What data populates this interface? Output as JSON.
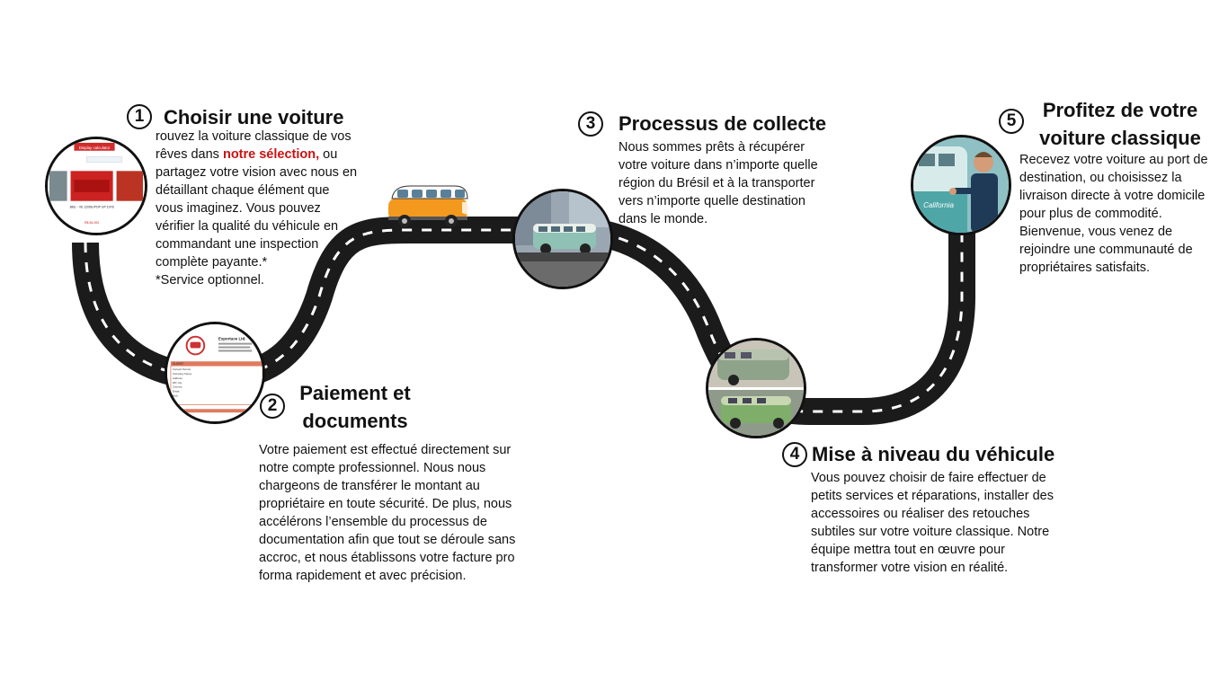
{
  "steps": {
    "s1": {
      "number": "1",
      "title": "Choisir une voiture",
      "desc_a": "rouvez la voiture classique de vos rêves dans ",
      "desc_link": "notre sélection,",
      "desc_b": " ou partagez votre vision avec nous en détaillant chaque élément que vous imaginez. Vous pouvez vérifier la qualité du véhicule en commandant une inspection complète payante.*",
      "note": "*Service optionnel."
    },
    "s2": {
      "number": "2",
      "title_line1": "Paiement et",
      "title_line2": "documents",
      "desc": "Votre paiement est effectué directement sur notre compte professionnel. Nous nous chargeons de transférer le montant au propriétaire en toute sécurité. De plus, nous accélérons l’ensemble du processus de documentation afin que tout se déroule sans accroc, et nous établissons votre facture pro forma rapidement et avec précision."
    },
    "s3": {
      "number": "3",
      "title": "Processus de collecte",
      "desc": "Nous sommes prêts à récupérer votre voiture dans n’importe quelle région du Brésil et à la transporter vers n’importe quelle destination dans le monde."
    },
    "s4": {
      "number": "4",
      "title": "Mise à niveau du véhicule",
      "desc": "Vous pouvez choisir de faire effectuer de petits services et réparations, installer des accessoires ou réaliser des retouches subtiles sur votre voiture classique. Notre équipe mettra tout en œuvre pour transformer votre vision en réalité."
    },
    "s5": {
      "number": "5",
      "title_line1": "Profitez de votre",
      "title_line2": "voiture classique",
      "desc": "Recevez votre voiture au port de destination, ou choisissez la livraison directe à votre domicile pour plus de commodité. Bienvenue, vous venez de rejoindre une communauté de propriétaires satisfaits."
    }
  },
  "photos": {
    "p1_banner": "Display calculator",
    "p1_caption_a": "BEE - VE 1200E/POP UP 1978",
    "p1_price": "R$ 84.000",
    "p2_header": "Exportace Ltd.",
    "p2_client": "CLIENT",
    "p2_fields": [
      "Contact Person:",
      "Company Name:",
      "Address:",
      "ZIP, city:",
      "Country:",
      "Email:",
      "Mob:"
    ],
    "p5_sign": "California"
  },
  "colors": {
    "road": "#1b1b1b",
    "lane": "#ffffff",
    "van_body": "#f39a1e",
    "van_top": "#ffffff",
    "highlight": "#cc1111"
  }
}
